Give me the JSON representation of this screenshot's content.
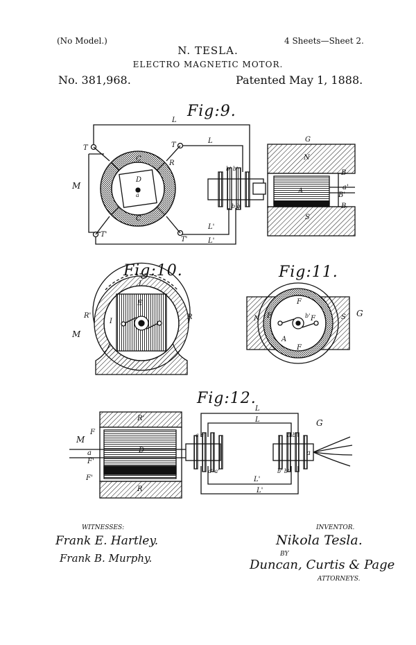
{
  "header": {
    "model": "(No Model.)",
    "sheets": "4 Sheets—Sheet 2.",
    "inventor_name": "N. TESLA.",
    "title": "ELECTRO MAGNETIC MOTOR.",
    "patent_number": "No. 381,968.",
    "patented_date": "Patented May 1, 1888."
  },
  "figures": {
    "fig9": {
      "label": "Fig:9."
    },
    "fig10": {
      "label": "Fig:10."
    },
    "fig11": {
      "label": "Fig:11."
    },
    "fig12": {
      "label": "Fig:12."
    }
  },
  "footer": {
    "witnesses_label": "WITNESSES:",
    "witness1": "Frank E. Hartley.",
    "witness2": "Frank B. Murphy.",
    "inventor_label": "INVENTOR.",
    "inventor_signature": "Nikola Tesla.",
    "by": "BY",
    "attorneys_signature": "Duncan, Curtis & Page",
    "attorneys_label": "ATTORNEYS."
  }
}
